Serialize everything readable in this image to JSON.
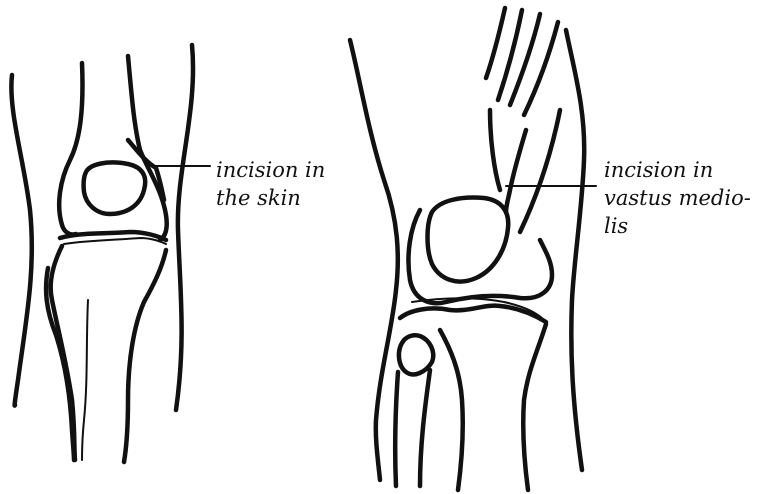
{
  "labels": {
    "left_line1": "incision in",
    "left_line2": "the skin",
    "right_line1": "incision in",
    "right_line2": "vastus medio-",
    "right_line3": "lis"
  }
}
